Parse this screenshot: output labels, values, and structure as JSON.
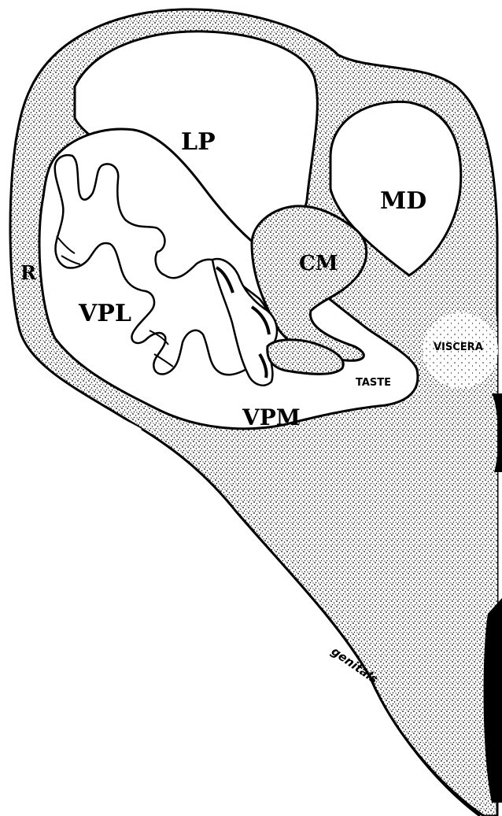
{
  "labels": {
    "lp": "LP",
    "md": "MD",
    "cm": "CM",
    "r": "R",
    "vpl": "VPL",
    "vpm": "VPM",
    "taste": "TASTE",
    "viscera": "VISCERA",
    "genitals": "genitals"
  },
  "colors": {
    "ink": "#000000",
    "paper": "#ffffff"
  }
}
